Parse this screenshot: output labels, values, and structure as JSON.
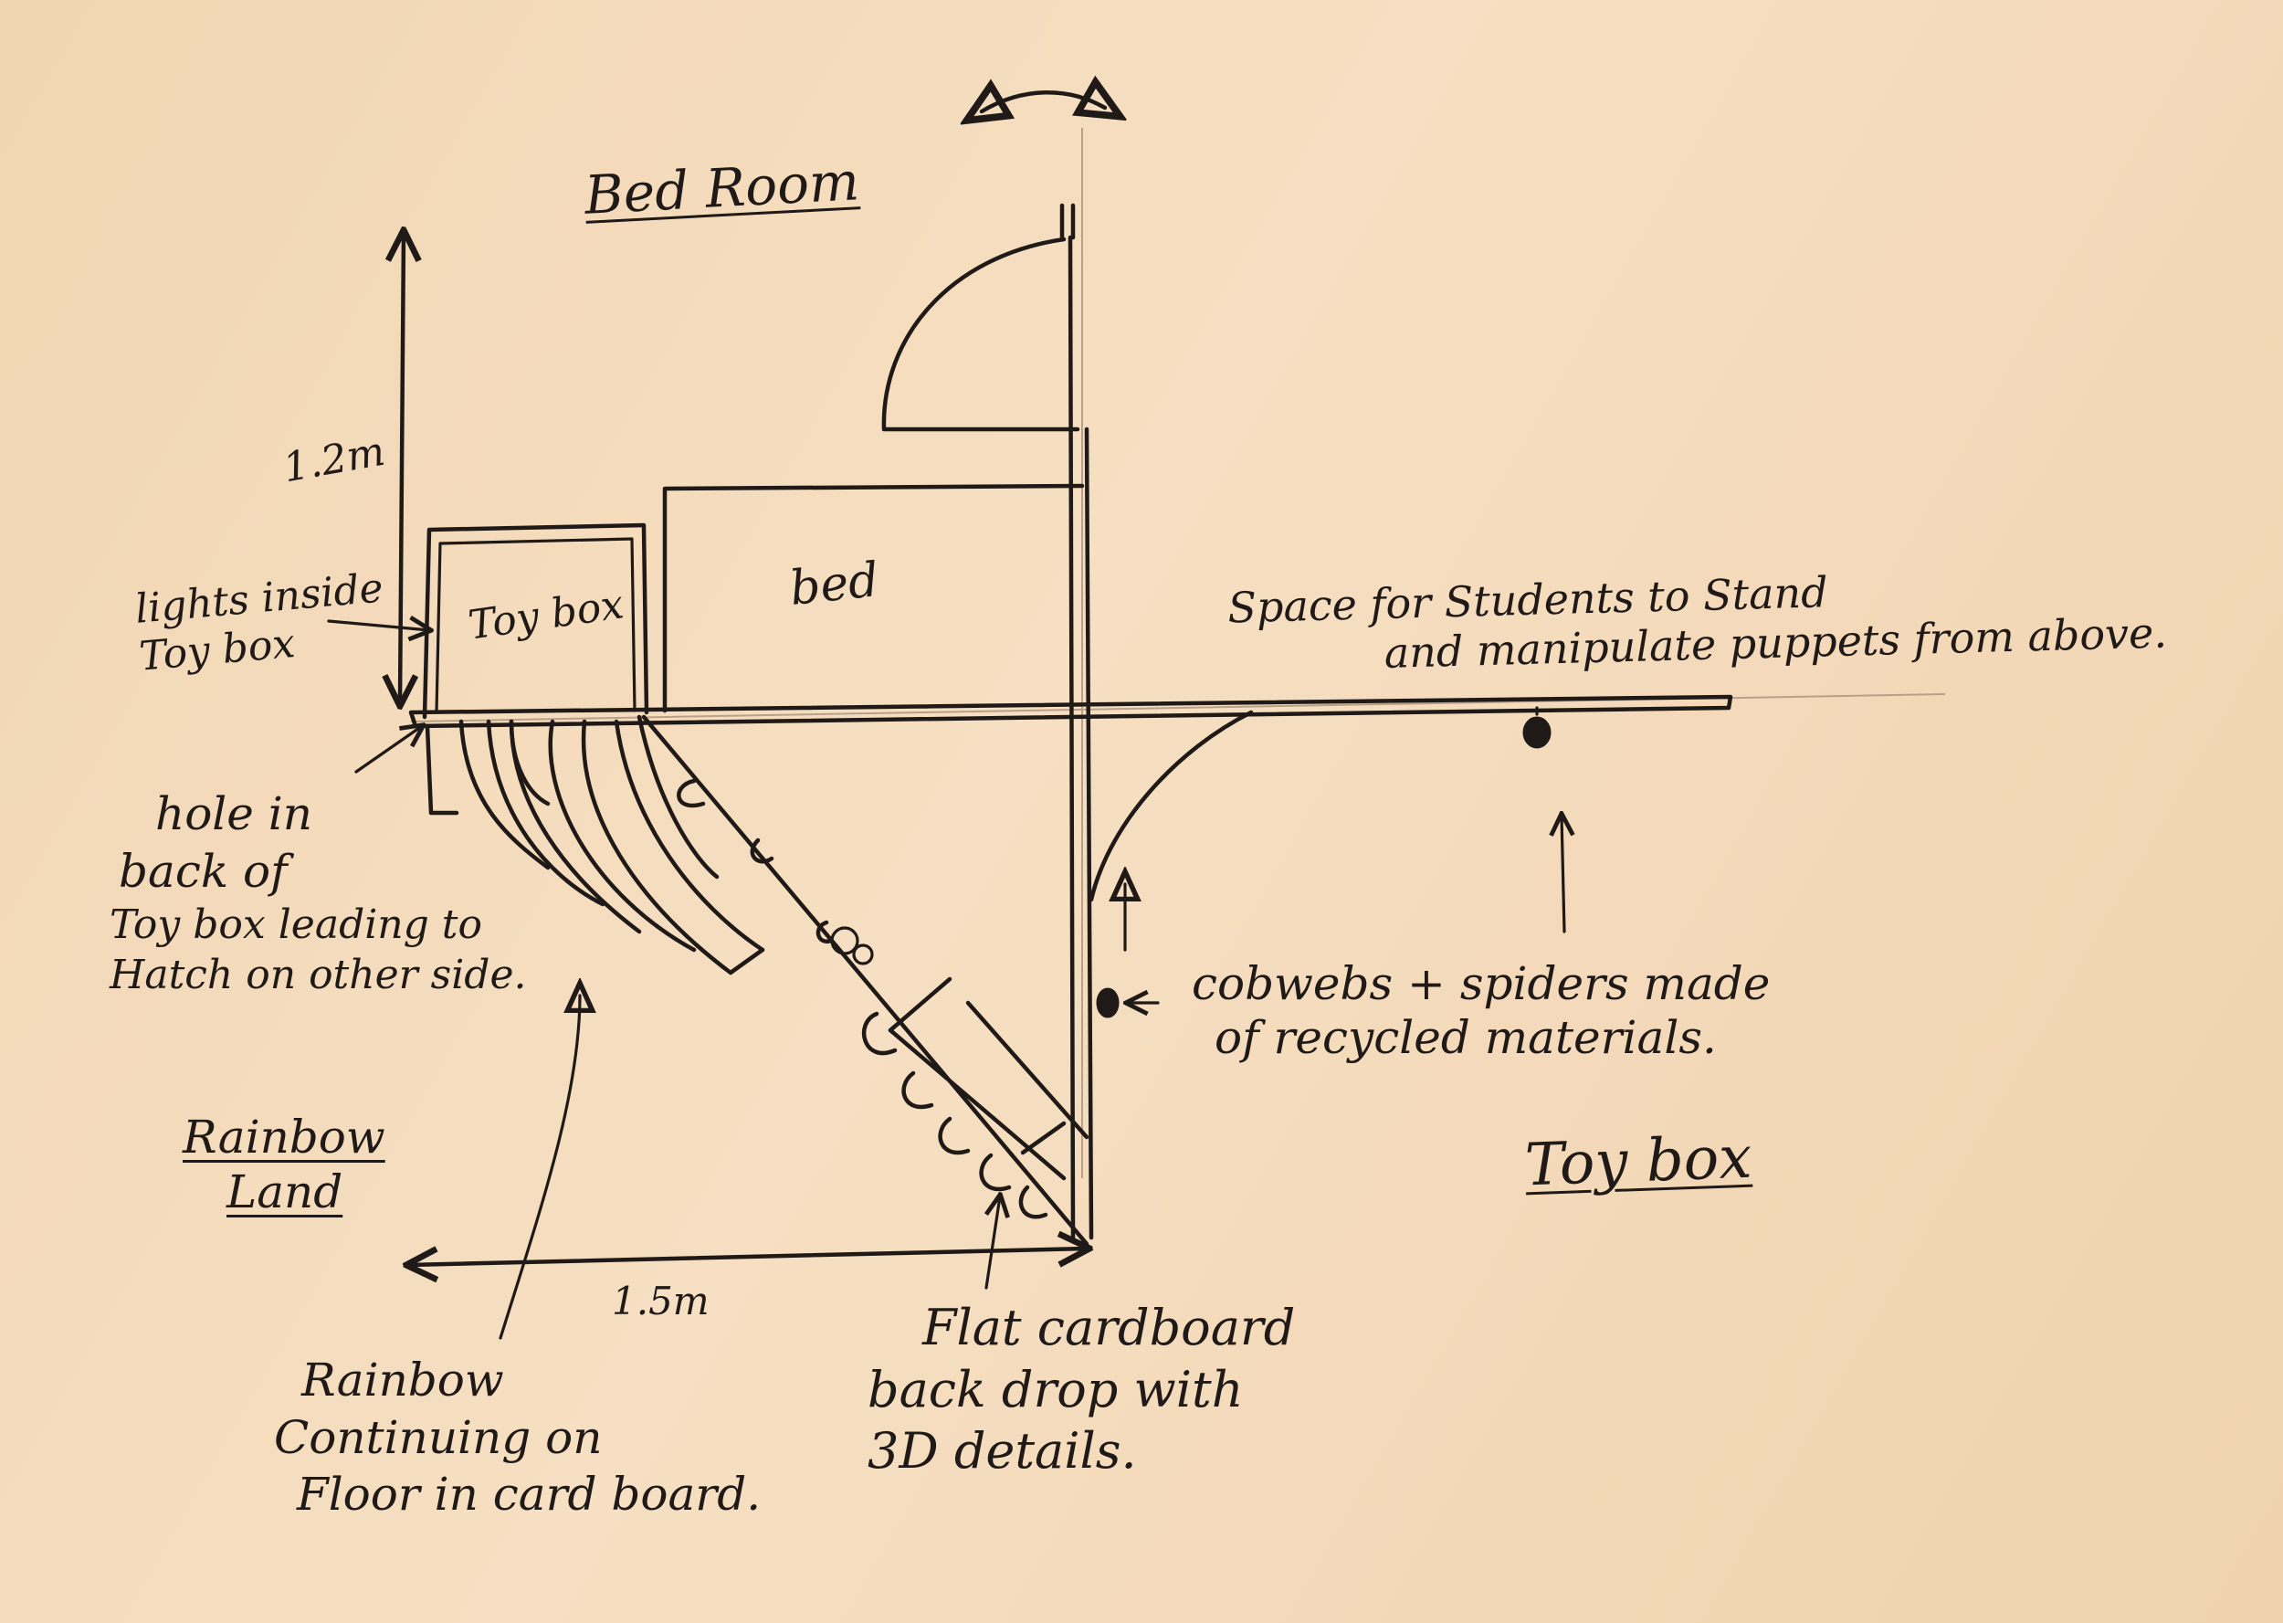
{
  "title": "Bed Room",
  "dimensions": {
    "height": "1.2m",
    "width": "1.5m"
  },
  "objects": {
    "toy_box": "Toy box",
    "bed": "bed"
  },
  "annotations": {
    "lights": [
      "lights inside",
      "Toy box"
    ],
    "hole": [
      "hole in",
      "back of",
      "Toy box leading to",
      "Hatch on other side."
    ],
    "rainbow_land": [
      "Rainbow",
      "Land"
    ],
    "space": [
      "Space for Students to Stand",
      "and manipulate puppets from above."
    ],
    "cobwebs": [
      "cobwebs + spiders made",
      "of recycled materials."
    ],
    "toy_box_title": "Toy box",
    "rainbow_floor": [
      "Rainbow",
      "Continuing on",
      "Floor in card board."
    ],
    "backdrop": [
      "Flat cardboard",
      "back drop with",
      "3D details."
    ]
  }
}
